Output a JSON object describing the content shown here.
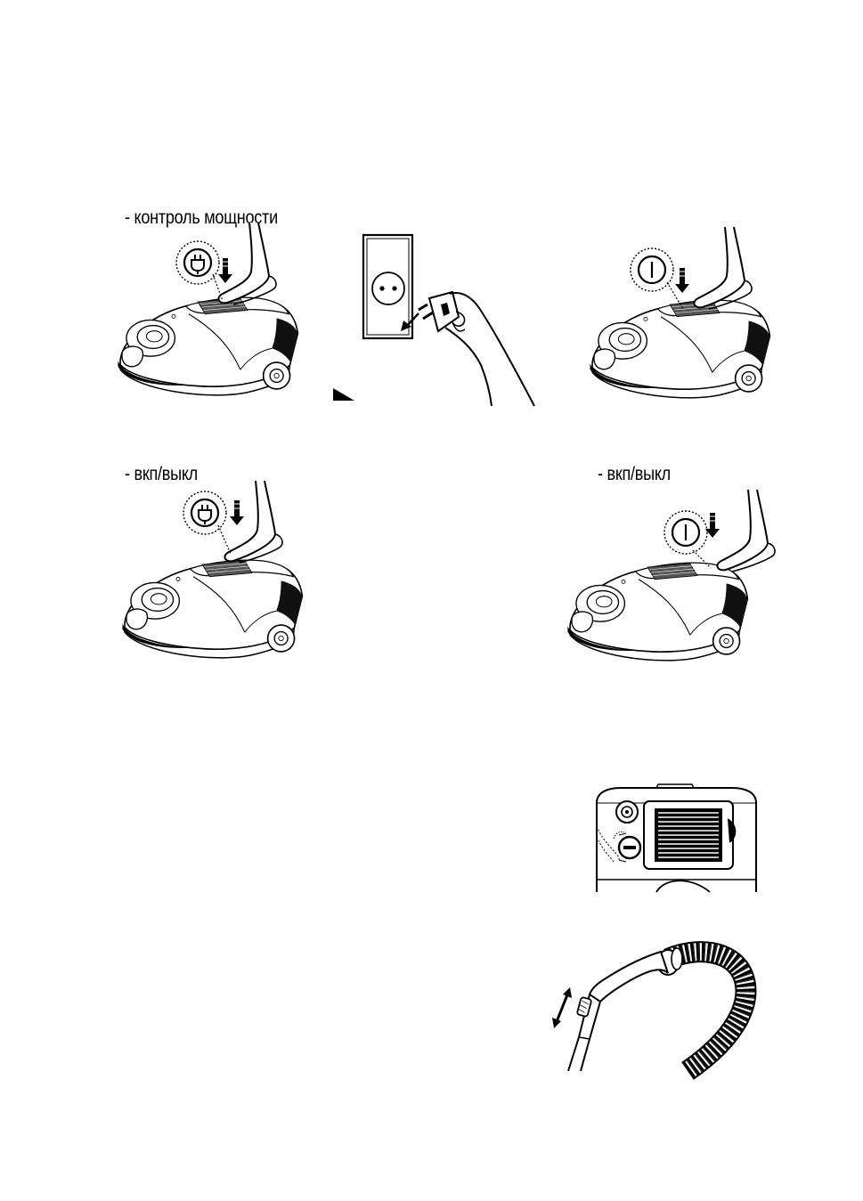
{
  "captions": {
    "power_control": "- контроль мощности",
    "on_off_left": "- вкп/выкл",
    "on_off_right": "- вкп/выкл"
  },
  "icons": {
    "plug_button": "plug-icon",
    "power_button": "power-icon",
    "pointer": "triangle-pointer-icon"
  }
}
